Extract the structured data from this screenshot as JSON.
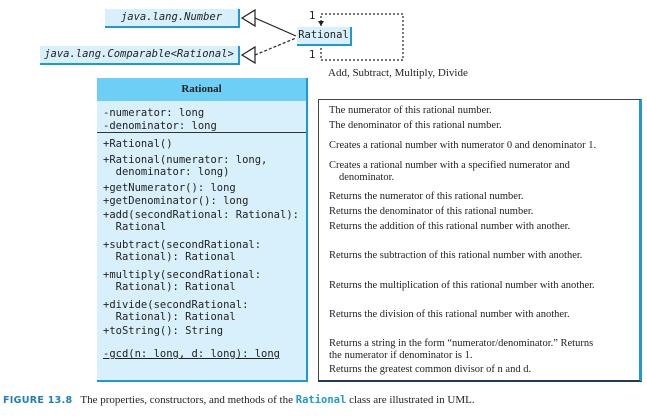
{
  "interfaces": {
    "number": "java.lang.Number",
    "comparable": "java.lang.Comparable<Rational>"
  },
  "association": {
    "class_name": "Rational",
    "multiplicity_top": "1",
    "multiplicity_bottom": "1",
    "label": "Add, Subtract, Multiply, Divide"
  },
  "uml": {
    "class_name": "Rational",
    "fields": [
      "-numerator: long",
      "-denominator: long"
    ],
    "methods": [
      "+Rational()",
      "+Rational(numerator: long,\n  denominator: long)",
      "+getNumerator(): long",
      "+getDenominator(): long",
      "+add(secondRational: Rational):\n  Rational",
      "+subtract(secondRational:\n  Rational): Rational",
      "+multiply(secondRational:\n  Rational): Rational",
      "+divide(secondRational:\n  Rational): Rational",
      "+toString(): String",
      "-gcd(n: long, d: long): long"
    ]
  },
  "descriptions": [
    "The numerator of this rational number.",
    "The denominator of this rational number.",
    "Creates a rational number with numerator 0 and denominator 1.",
    "Creates a rational number with a specified numerator and",
    "denominator.",
    "Returns the numerator of this rational number.",
    "Returns the denominator of this rational number.",
    "Returns the addition of this rational number with another.",
    "Returns the subtraction of this rational number with another.",
    "Returns the multiplication of this rational number with another.",
    "Returns the division of this rational number with another.",
    "Returns a string in the form “numerator/denominator.” Returns",
    "the numerator if denominator is 1.",
    "Returns the greatest common divisor of n and d."
  ],
  "caption": {
    "label": "FIGURE 13.8",
    "text_before": "The properties, constructors, and methods of the ",
    "code": "Rational",
    "text_after": " class are illustrated in UML."
  },
  "colors": {
    "box_fill": "#d8f0fc",
    "header_fill": "#6dcff6",
    "accent_border": "#1e9ad0"
  }
}
